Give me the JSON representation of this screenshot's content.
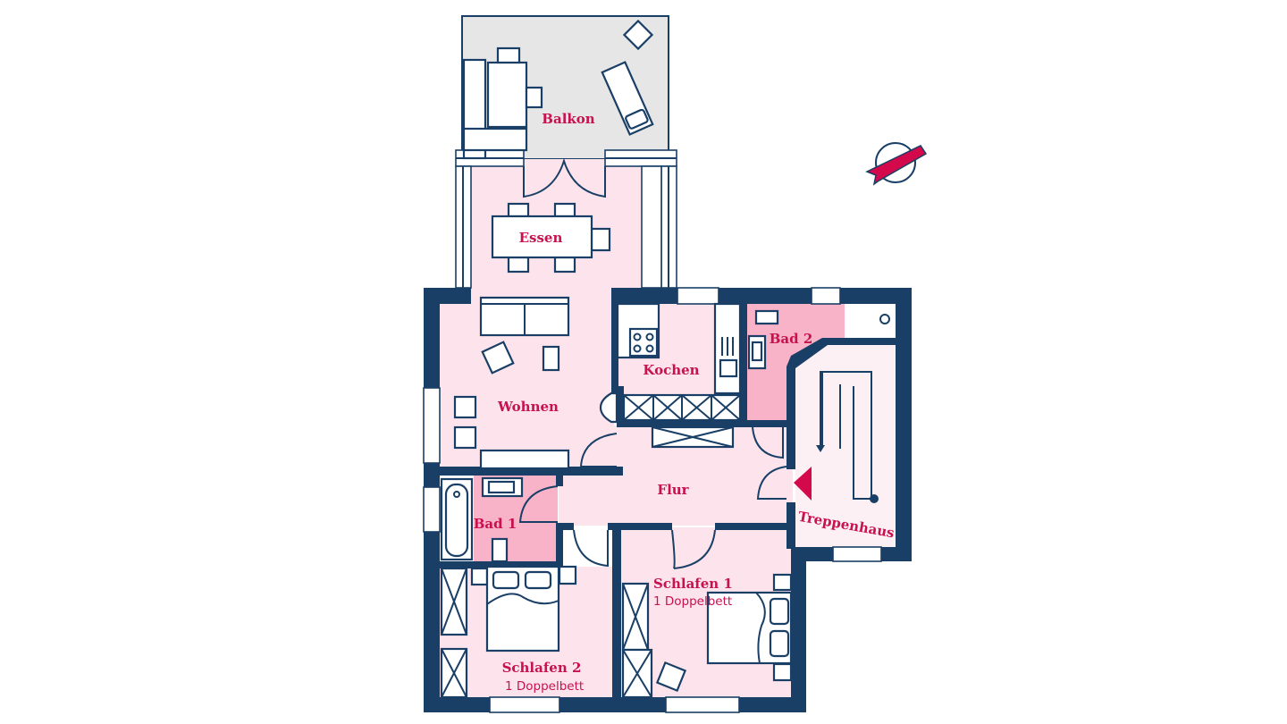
{
  "title": "Grundriss Wohnung",
  "colors": {
    "wall": "#1a3f66",
    "room": "#fde4ec",
    "bath": "#f9b3c9",
    "stair": "#fdf0f4",
    "balcony": "#e6e6e6",
    "label": "#c8114f"
  },
  "rooms": {
    "balkon": {
      "name": "Balkon"
    },
    "essen": {
      "name": "Essen"
    },
    "wohnen": {
      "name": "Wohnen"
    },
    "kochen": {
      "name": "Kochen"
    },
    "bad2": {
      "name": "Bad 2"
    },
    "flur": {
      "name": "Flur"
    },
    "treppenhaus": {
      "name": "Treppenhaus"
    },
    "bad1": {
      "name": "Bad 1"
    },
    "schlafen1": {
      "name": "Schlafen 1",
      "beds": "1 Doppelbett"
    },
    "schlafen2": {
      "name": "Schlafen 2",
      "beds": "1 Doppelbett"
    }
  },
  "compass": {
    "icon": "north-arrow-icon"
  }
}
